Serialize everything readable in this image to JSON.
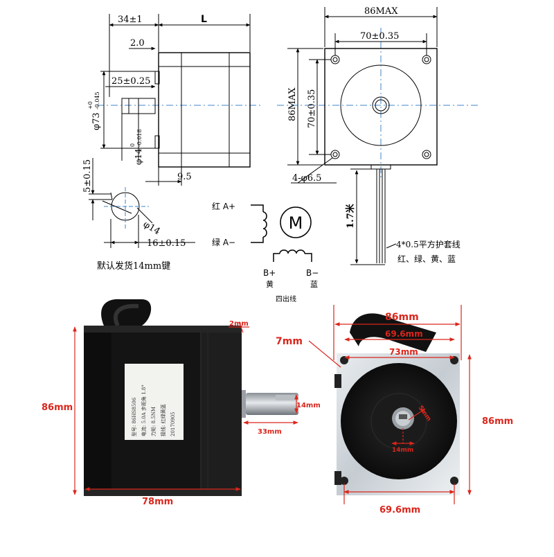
{
  "drawing": {
    "side": {
      "shaft_len": "34±1",
      "body_len": "L",
      "boss_len": "2.0",
      "flange_len": "25±0.25",
      "pilot_dia": "φ73",
      "pilot_tol_upper": "+0",
      "pilot_tol_lower": "-0.045",
      "shaft_dia": "φ14",
      "shaft_tol_upper": "0",
      "shaft_tol_lower": "-0.018",
      "flange_thk": "9.5"
    },
    "front": {
      "width_max": "86MAX",
      "hole_pitch_h": "70±0.35",
      "height_max": "86MAX",
      "hole_pitch_v": "70±0.35",
      "holes": "4-φ6.5"
    },
    "key": {
      "depth": "5±0.15",
      "dia": "φ14",
      "width": "16±0.15",
      "note": "默认发货14mm键"
    },
    "wiring": {
      "a_plus": "红 A+",
      "a_minus": "绿 A−",
      "b_plus": "B+",
      "b_plus_color": "黄",
      "b_minus": "B−",
      "b_minus_color": "蓝",
      "motor": "M",
      "wires": "四出线"
    },
    "cable": {
      "length": "1.7米",
      "spec": "4*0.5平方护套线",
      "colors": "红、绿、黄、蓝"
    }
  },
  "photo_left": {
    "height": "86mm",
    "length": "78mm",
    "boss": "2mm",
    "shaft_len": "33mm",
    "shaft_dia": "14mm",
    "label_lines": [
      "型号: 86HS8506",
      "电流: 5.0A  步距角 1.8°",
      "力矩: 8.5NM",
      "接线: 红绿黄蓝",
      "20170905"
    ]
  },
  "photo_right": {
    "width": "86mm",
    "bolt_circle": "69.6mm",
    "boss_dia": "73mm",
    "height": "86mm",
    "hole": "7mm",
    "flat": "5mm",
    "shaft": "14mm",
    "hole_pitch": "69.6mm"
  }
}
